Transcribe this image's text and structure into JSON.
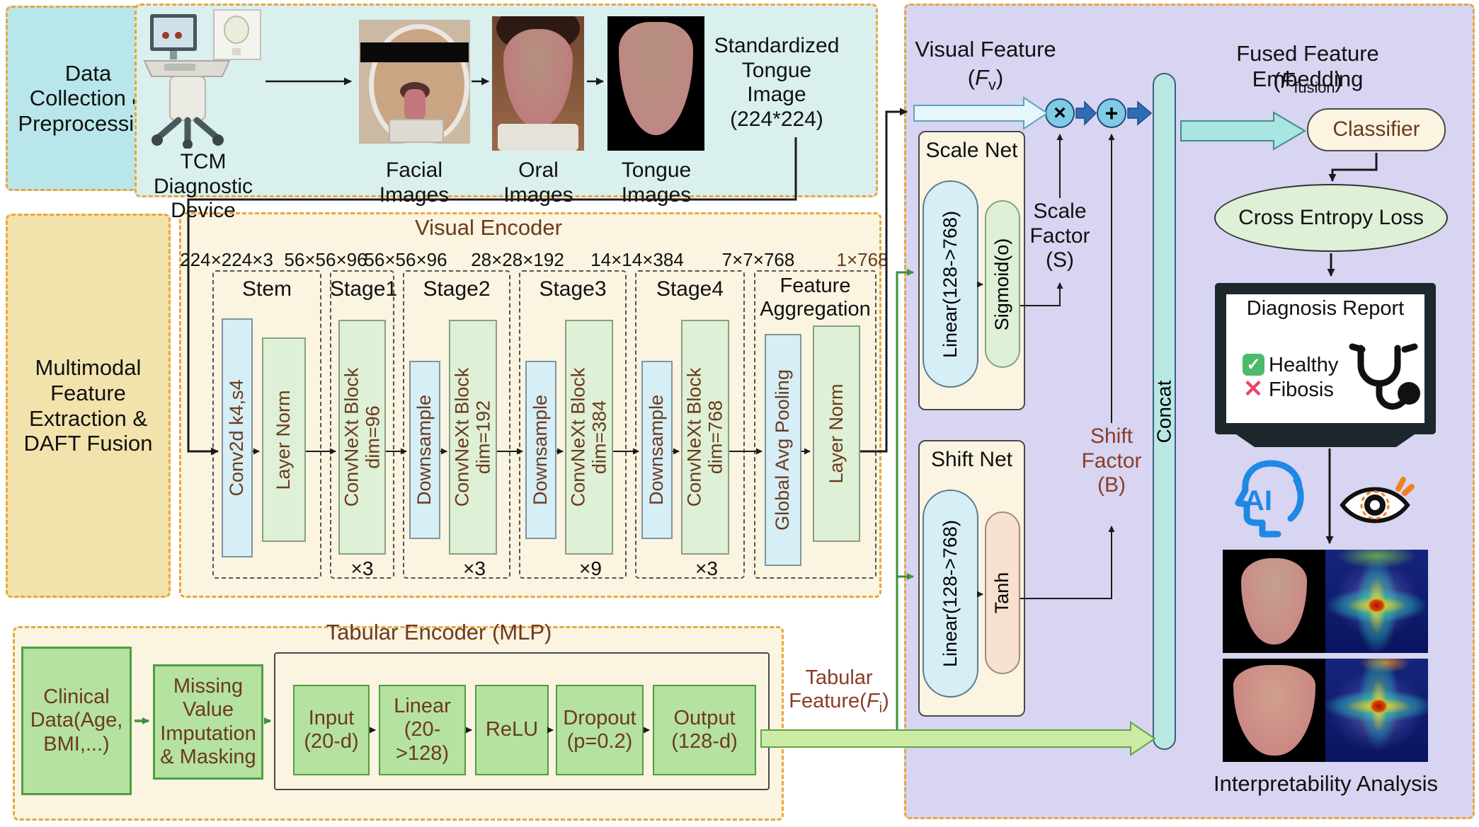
{
  "colors": {
    "dashed_border": "#eaa63c",
    "cyan_panel": "#b9e6ea",
    "cream_panel": "#faf4e1",
    "yellow_panel": "#f2e3ac",
    "purple_panel": "#d7d5f1",
    "blue_block": "#d6eef6",
    "green_block": "#def0d5",
    "green_box": "#b5e2a0",
    "accent_blue_arrow": "#2e6db4",
    "concat_bar": "#b9e8e4",
    "brown_text": "#6b3a1e"
  },
  "top": {
    "collection_label": "Data Collection & Preprocessing",
    "device_label": "TCM Diagnostic Device",
    "facial_label": "Facial Images",
    "oral_label": "Oral Images",
    "tongue_label": "Tongue Images",
    "standardized_label": "Standardized Tongue Image (224*224)"
  },
  "left": {
    "multimodal_label": "Multimodal Feature Extraction & DAFT Fusion"
  },
  "visual_encoder": {
    "title": "Visual Encoder",
    "dims": [
      "224×224×3",
      "56×56×96",
      "56×56×96",
      "28×28×192",
      "14×14×384",
      "7×7×768",
      "1×768"
    ],
    "stages": [
      {
        "title": "Stem",
        "mult": "",
        "blocks": [
          {
            "label": "Conv2d k4,s4"
          },
          {
            "label": "Layer Norm"
          }
        ]
      },
      {
        "title": "Stage1",
        "mult": "×3",
        "blocks": [
          {
            "label": "ConvNeXt Block\ndim=96"
          }
        ]
      },
      {
        "title": "Stage2",
        "mult": "×3",
        "blocks": [
          {
            "label": "Downsample"
          },
          {
            "label": "ConvNeXt Block\ndim=192"
          }
        ]
      },
      {
        "title": "Stage3",
        "mult": "×9",
        "blocks": [
          {
            "label": "Downsample"
          },
          {
            "label": "ConvNeXt Block\ndim=384"
          }
        ]
      },
      {
        "title": "Stage4",
        "mult": "×3",
        "blocks": [
          {
            "label": "Downsample"
          },
          {
            "label": "ConvNeXt Block\ndim=768"
          }
        ]
      },
      {
        "title": "Feature Aggregation",
        "mult": "",
        "blocks": [
          {
            "label": "Global Avg Pooling"
          },
          {
            "label": "Layer Norm"
          }
        ]
      }
    ]
  },
  "tabular": {
    "title": "Tabular Encoder (MLP)",
    "clinical_label": "Clinical Data(Age, BMI,...)",
    "missing_label": "Missing Value Imputation & Masking",
    "blocks": [
      "Input\n(20-d)",
      "Linear\n(20->128)",
      "ReLU",
      "Dropout\n(p=0.2)",
      "Output\n(128-d)"
    ],
    "feature_line1": "Tabular",
    "feature_line2_prefix": "Feature(",
    "feature_symbol": "F",
    "feature_sub": "i",
    "feature_suffix": ")"
  },
  "fusion": {
    "visual_feature_label": "Visual Feature",
    "vf_prefix": "(",
    "vf_symbol": "F",
    "vf_sub": "v",
    "vf_suffix": ")",
    "scale_net": {
      "title": "Scale Net",
      "linear": "Linear(128->768)",
      "activation": "Sigmoid(o)"
    },
    "shift_net": {
      "title": "Shift Net",
      "linear": "Linear(128->768)",
      "activation": "Tanh"
    },
    "scale_factor": "Scale\nFactor\n(S)",
    "shift_factor": "Shift\nFactor\n(B)",
    "multiply": "×",
    "add": "+",
    "concat": "Concat"
  },
  "output": {
    "fused_label": "Fused Feature Embedding",
    "ff_prefix": "(",
    "ff_symbol": "F",
    "ff_sub": "fusion",
    "ff_suffix": ")",
    "classifier": "Classifier",
    "loss": "Cross Entropy Loss",
    "report_title": "Diagnosis Report",
    "check": "✓",
    "healthy": "Healthy",
    "cross": "✕",
    "fibosis": "Fibosis",
    "ai": "AI",
    "interpretability": "Interpretability Analysis"
  }
}
